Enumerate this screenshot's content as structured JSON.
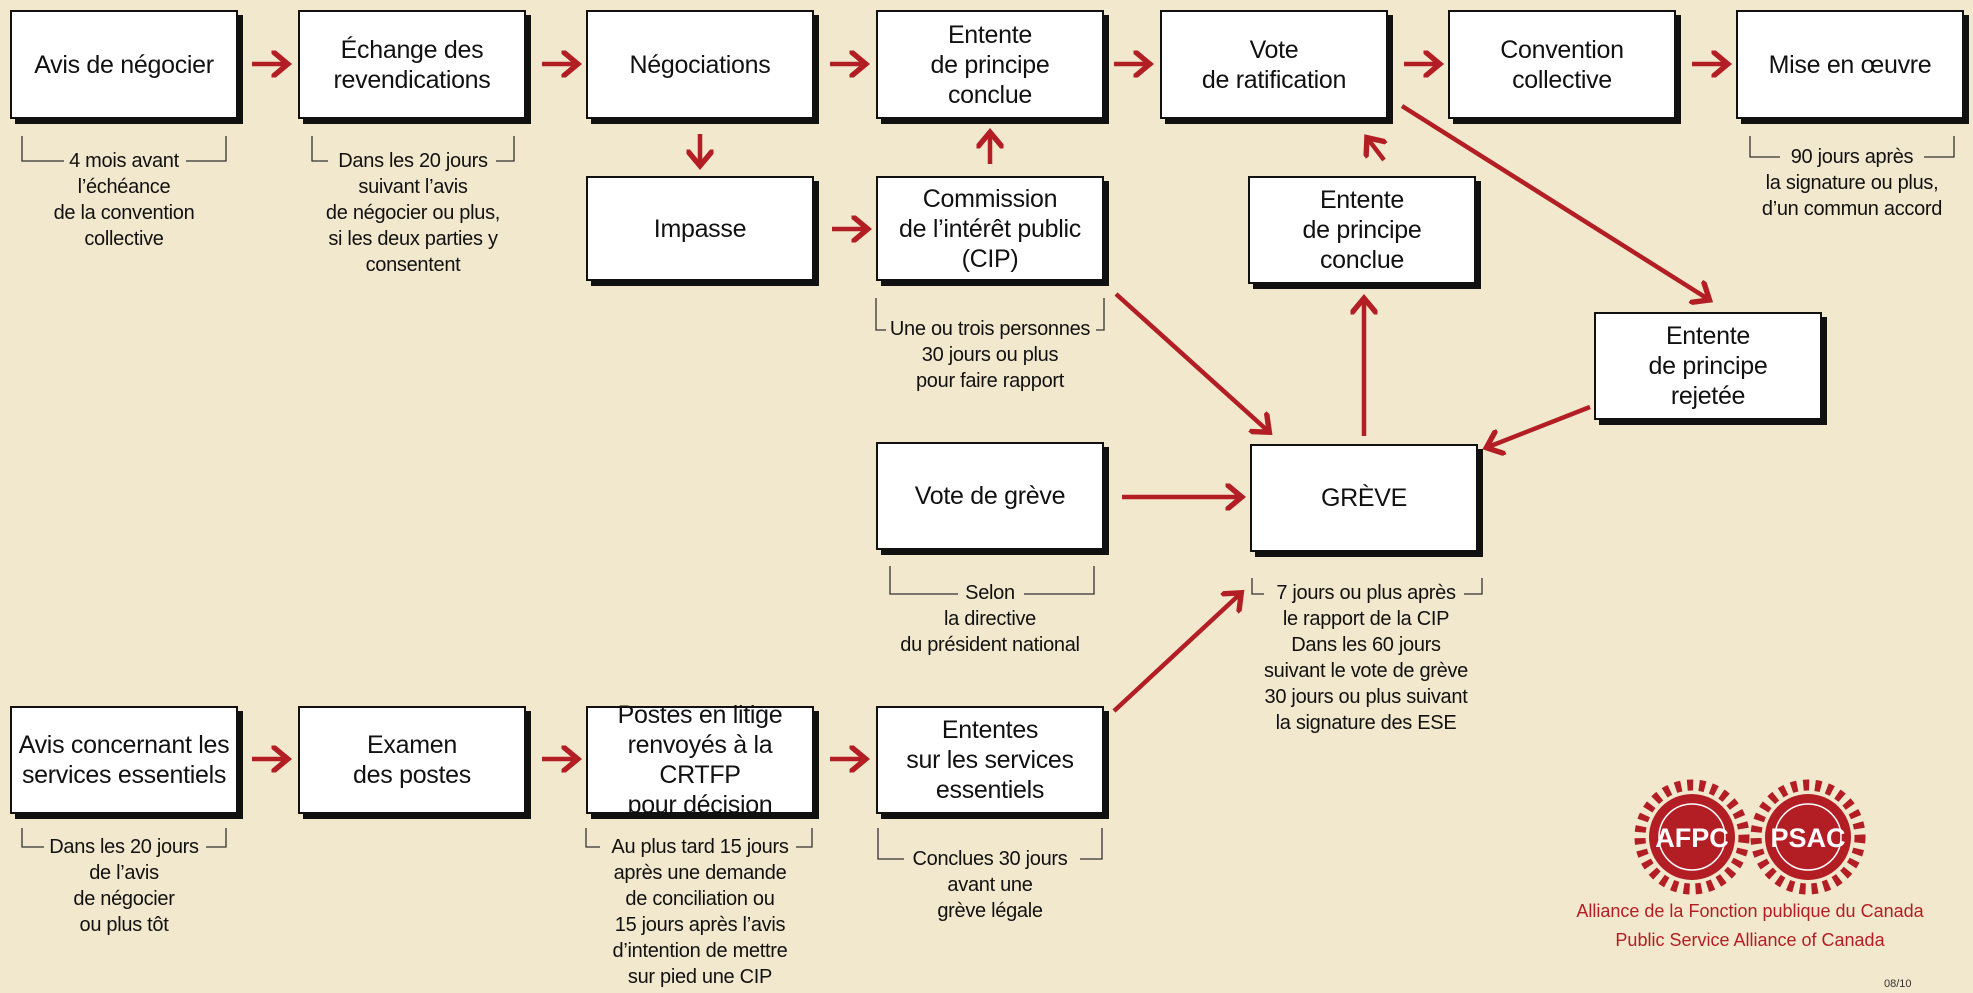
{
  "colors": {
    "background": "#f2e8cd",
    "arrow": "#b21e24",
    "box_border": "#111111",
    "logo_red": "#b21e24"
  },
  "boxes": {
    "avis_negocier": "Avis de négocier",
    "echange_revendications": "Échange des\nrevendications",
    "negociations": "Négociations",
    "entente_conclue_top": "Entente\nde principe\nconclue",
    "vote_ratification": "Vote\nde ratification",
    "convention_collective": "Convention\ncollective",
    "mise_en_oeuvre": "Mise en œuvre",
    "impasse": "Impasse",
    "cip": "Commission\nde l’intérêt public\n(CIP)",
    "entente_conclue_mid": "Entente\nde principe\nconclue",
    "entente_rejetee": "Entente\nde principe\nrejetée",
    "vote_greve": "Vote de grève",
    "greve": "GRÈVE",
    "avis_services_essentiels": "Avis concernant les\nservices essentiels",
    "examen_postes": "Examen\ndes postes",
    "postes_litige": "Postes en litige\nrenvoyés à la CRTFP\npour décision",
    "ententes_services": "Ententes\nsur les services\nessentiels"
  },
  "notes": {
    "avis_negocier": "4 mois avant\nl’échéance\nde la convention\ncollective",
    "echange": "Dans les 20 jours\nsuivant l’avis\nde négocier ou plus,\nsi les deux parties y\nconsentent",
    "mise_en_oeuvre": "90 jours après\nla signature ou plus,\nd’un commun accord",
    "cip": "Une ou trois personnes\n30 jours ou plus\npour faire rapport",
    "vote_greve": "Selon\nla directive\ndu président national",
    "greve": "7 jours ou plus après\nle rapport de la CIP\nDans les 60 jours\nsuivant le vote de grève\n30 jours ou plus suivant\nla signature des ESE",
    "avis_services": "Dans les 20 jours\nde l’avis\nde négocier\nou plus tôt",
    "postes_litige": "Au plus tard 15 jours\naprès une demande\nde conciliation ou\n15 jours après l’avis\nd’intention de mettre\nsur pied une CIP",
    "ententes_services": "Conclues 30 jours\navant une\ngrève légale"
  },
  "logo": {
    "left_text": "AFPC",
    "right_text": "PSAC",
    "line1": "Alliance de la Fonction publique du Canada",
    "line2": "Public Service Alliance of Canada"
  },
  "footnote": "08/10"
}
